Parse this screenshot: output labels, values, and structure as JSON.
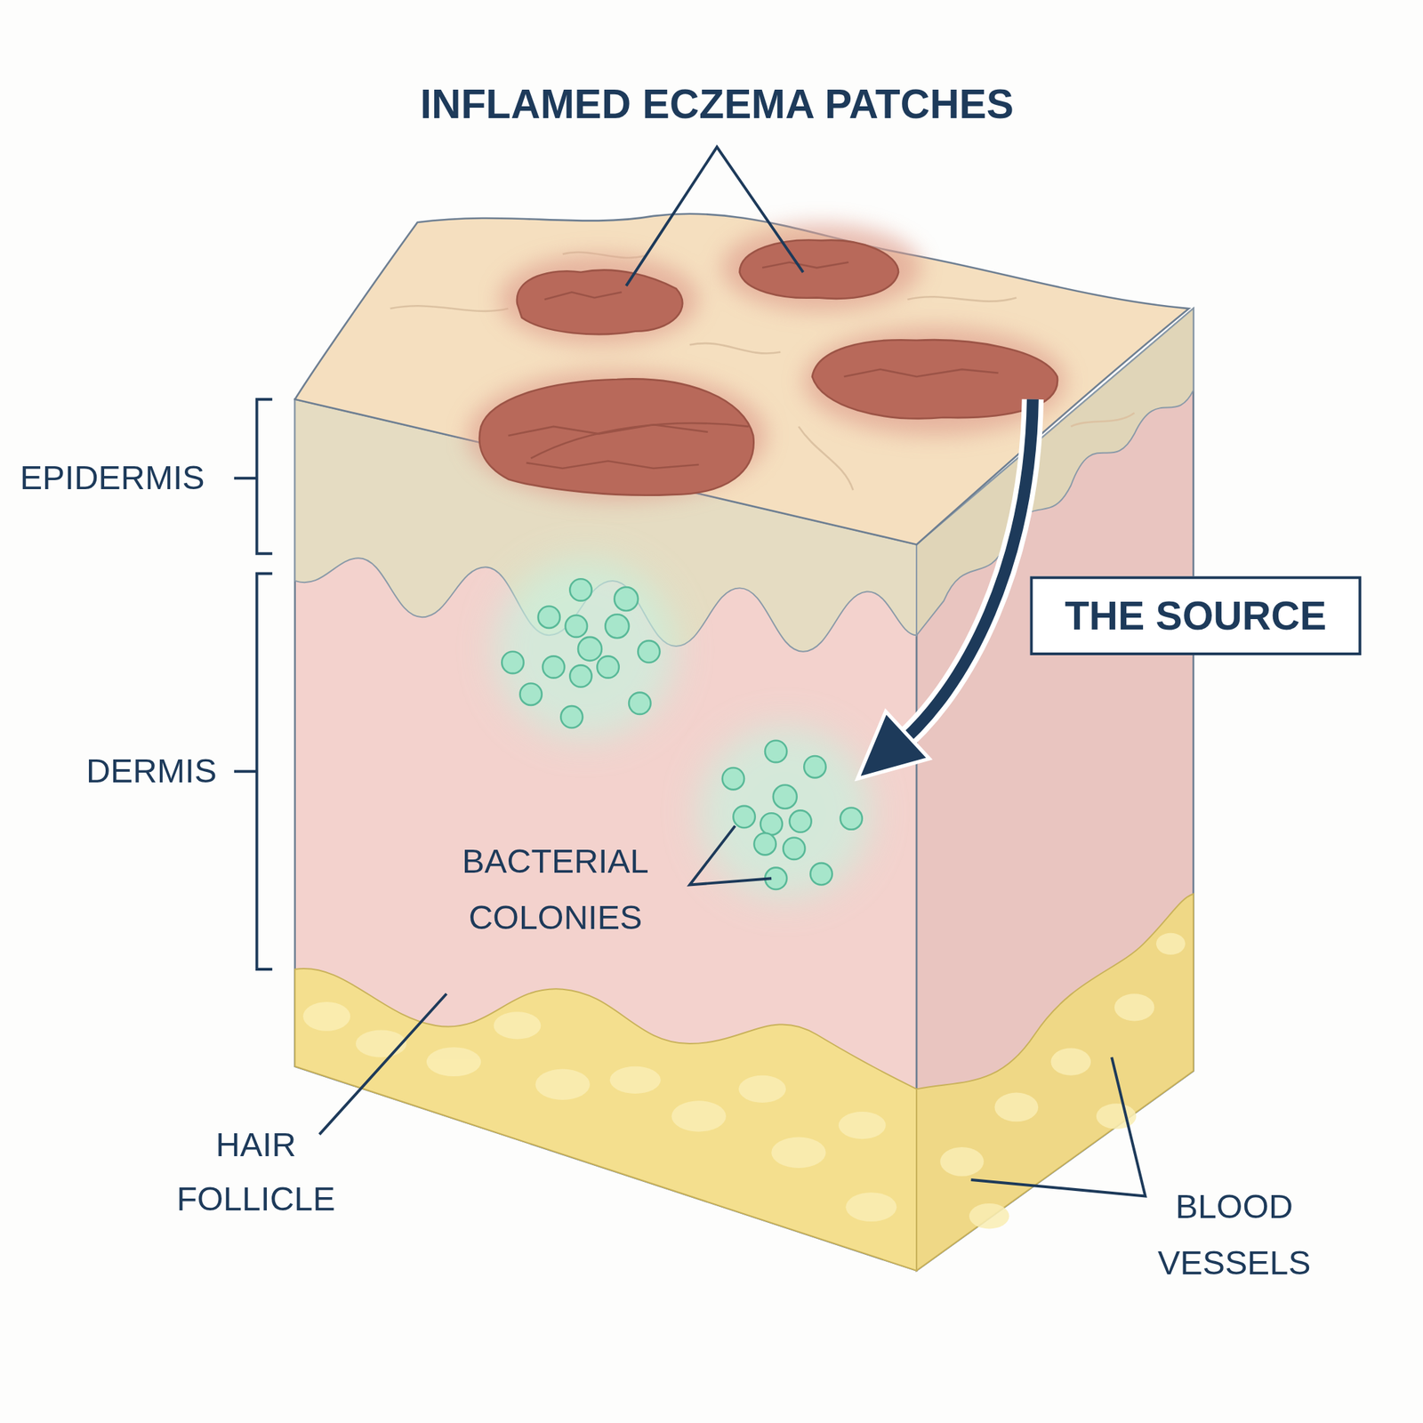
{
  "diagram": {
    "nodes": [
      {
        "text": [
          "THE SOURCE"
        ]
      }
    ],
    "labels": [
      "INFLAMED ECZEMA PATCHES",
      "EPIDERMIS",
      "DERMIS",
      "BACTERIAL COLONIES",
      "HAIR FOLLICLE",
      "BLOOD VESSELS"
    ]
  }
}
